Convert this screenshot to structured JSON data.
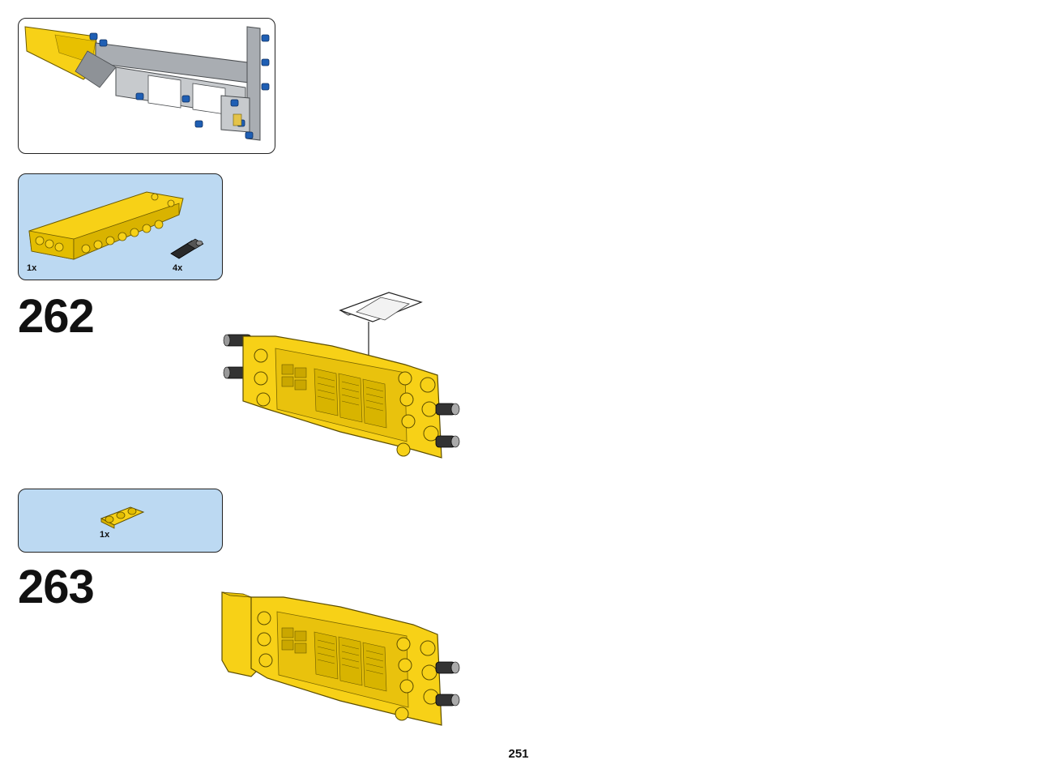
{
  "page": {
    "number": "251"
  },
  "steps": [
    {
      "number": "262",
      "parts": [
        {
          "name": "yellow-panel",
          "qty": "1x",
          "color": "#f7d117"
        },
        {
          "name": "black-axle-pin",
          "qty": "4x",
          "color": "#2a2a2a"
        }
      ]
    },
    {
      "number": "263",
      "parts": [
        {
          "name": "yellow-beam-3",
          "qty": "1x",
          "color": "#f7d117"
        }
      ]
    }
  ],
  "colors": {
    "parts_box_bg": "#bcd9f2",
    "brick_yellow": "#f7d117",
    "brick_grey": "#9a9ea3",
    "brick_blue": "#1f5fb4",
    "brick_black": "#2a2a2a"
  }
}
